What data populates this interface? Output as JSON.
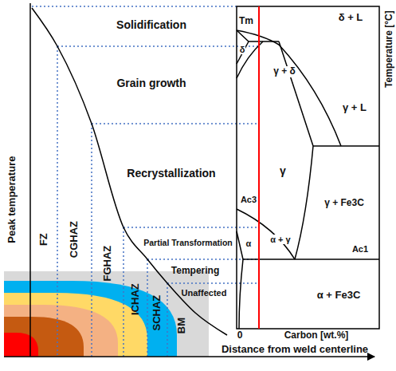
{
  "diagram": {
    "labels": [
      "Solidification",
      "Grain growth",
      "Recrystallization",
      "Partial Transformation",
      "Tempering",
      "Unaffected",
      "FZ",
      "CGHAZ",
      "FGHAZ",
      "ICHAZ",
      "SCHAZ",
      "BM",
      "Peak temperature",
      "Distance from weld centerline",
      "Tm",
      "δ + L",
      "δ",
      "γ + δ",
      "γ + L",
      "γ",
      "γ + Fe3C",
      "Ac3",
      "α + γ",
      "Ac1",
      "α",
      "α + Fe3C",
      "0",
      "Carbon [wt.%]",
      "Temperature [°C]"
    ]
  }
}
